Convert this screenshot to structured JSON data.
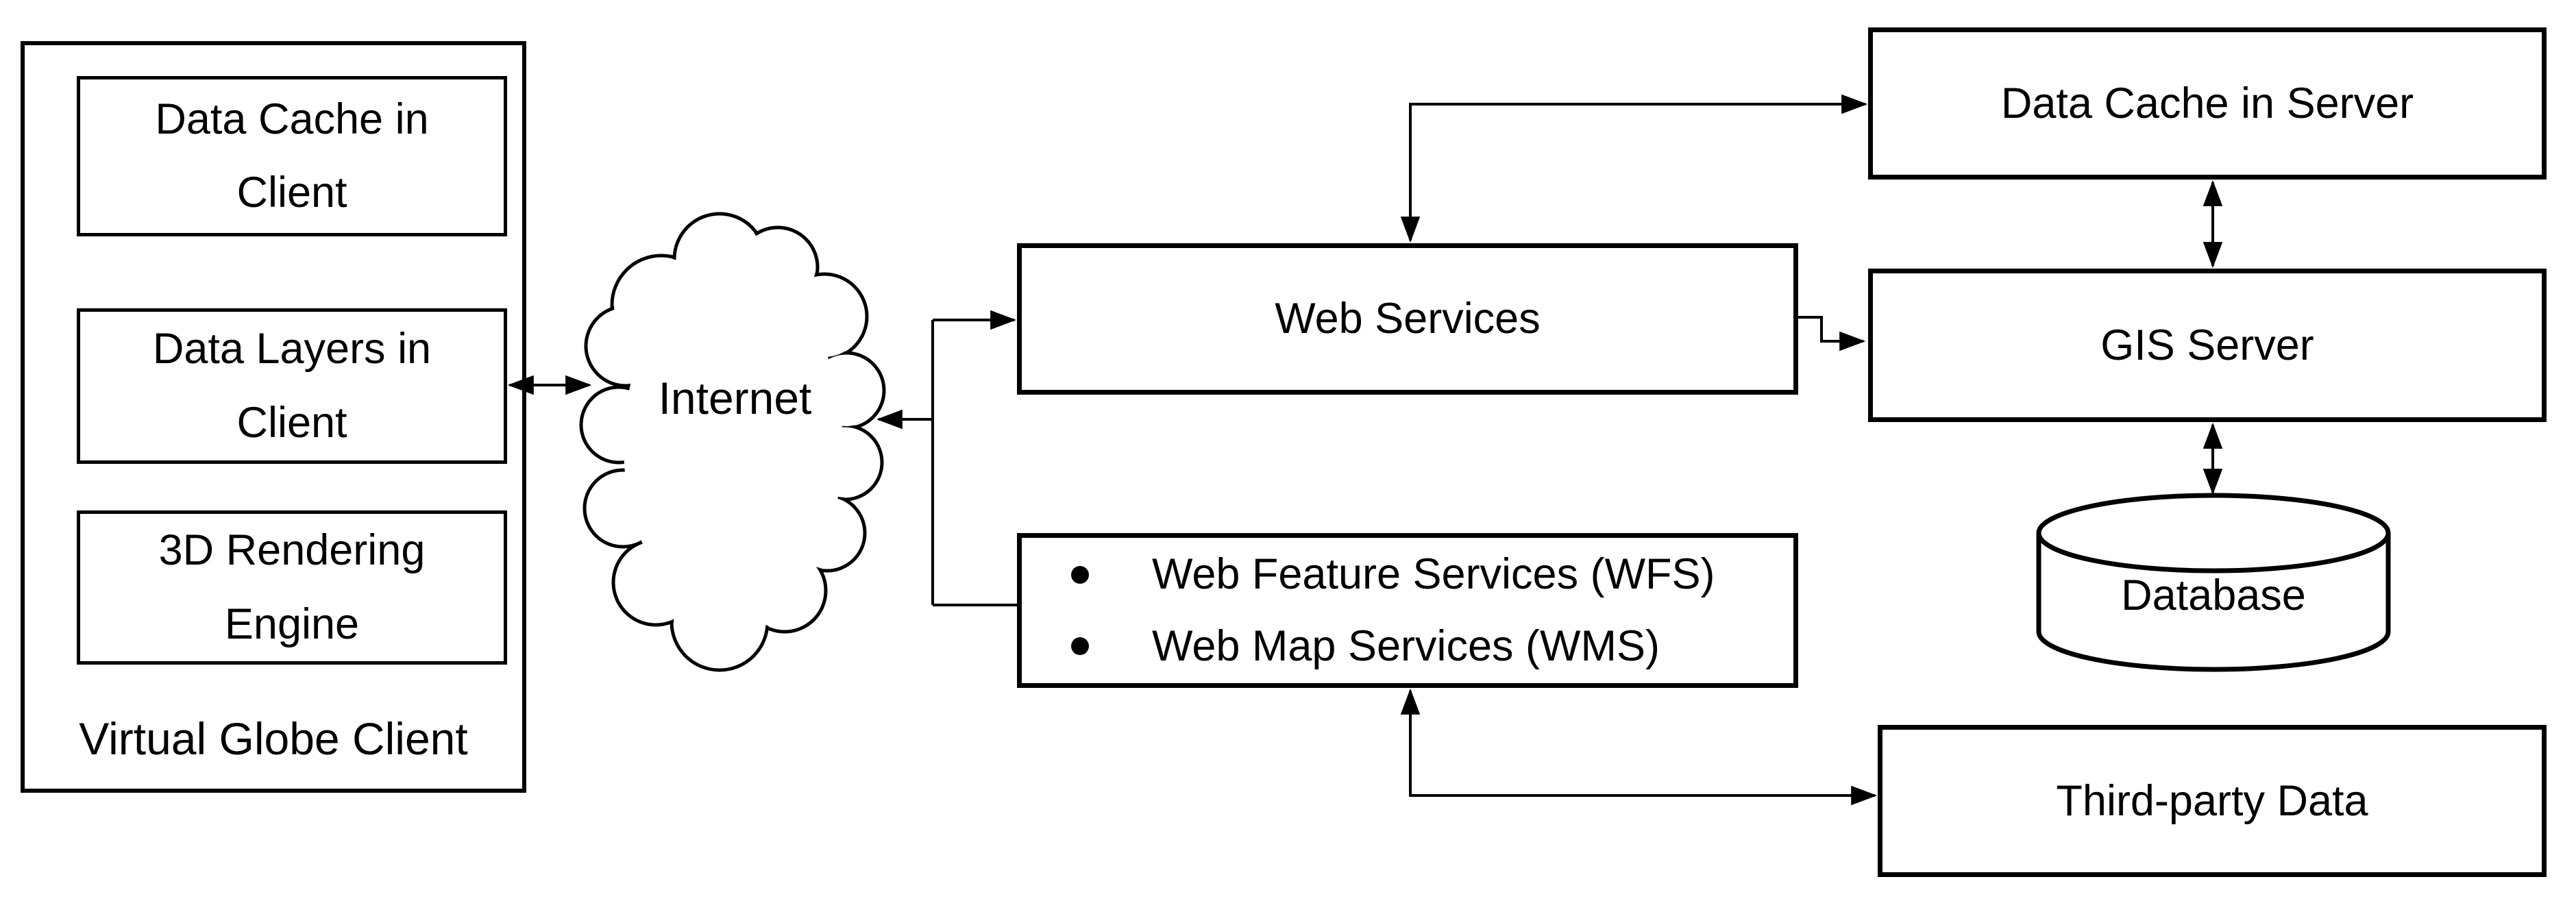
{
  "colors": {
    "stroke": "#000000",
    "background": "#ffffff",
    "box_fill": "#ffffff"
  },
  "nodes": {
    "client_group": {
      "label": "Virtual Globe Client"
    },
    "cache_client": {
      "label": "Data Cache in Client"
    },
    "layers_client": {
      "label": "Data Layers in Client"
    },
    "rendering_engine": {
      "label": "3D Rendering Engine"
    },
    "internet": {
      "label": "Internet"
    },
    "web_services": {
      "label": "Web Services"
    },
    "ogc_services": {
      "items": [
        "Web Feature Services (WFS)",
        "Web Map Services (WMS)"
      ]
    },
    "cache_server": {
      "label": "Data Cache in Server"
    },
    "gis_server": {
      "label": "GIS Server"
    },
    "database": {
      "label": "Database"
    },
    "third_party": {
      "label": "Third-party Data"
    }
  }
}
